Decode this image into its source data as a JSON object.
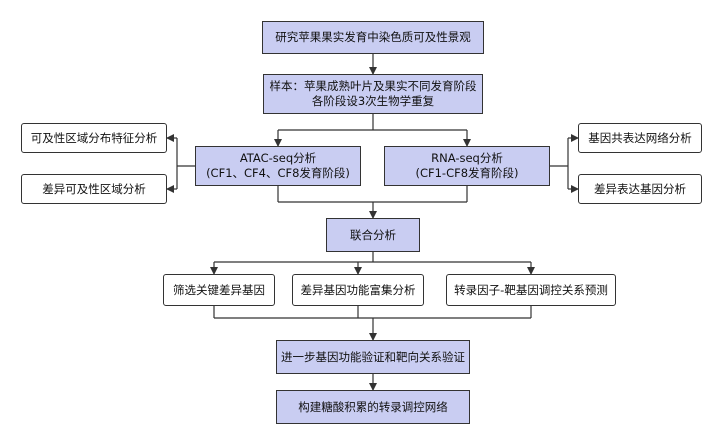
{
  "diagram": {
    "title": "研究苹果果实发育中染色质可及性景观",
    "sample": {
      "line1": "样本：苹果成熟叶片及果实不同发育阶段",
      "line2": "各阶段设3次生物学重复"
    },
    "atac": {
      "line1": "ATAC-seq分析",
      "line2": "(CF1、CF4、CF8发育阶段)"
    },
    "rna": {
      "line1": "RNA-seq分析",
      "line2": "(CF1-CF8发育阶段)"
    },
    "atac_outputs": [
      "可及性区域分布特征分析",
      "差异可及性区域分析"
    ],
    "rna_outputs": [
      "基因共表达网络分析",
      "差异表达基因分析"
    ],
    "joint": "联合分析",
    "joint_outputs": [
      "筛选关键差异基因",
      "差异基因功能富集分析",
      "转录因子-靶基因调控关系预测"
    ],
    "validation": "进一步基因功能验证和靶向关系验证",
    "final": "构建糖酸积累的转录调控网络"
  },
  "colors": {
    "node_fill": "#c9cdf2",
    "border": "#333333",
    "background": "#ffffff"
  }
}
